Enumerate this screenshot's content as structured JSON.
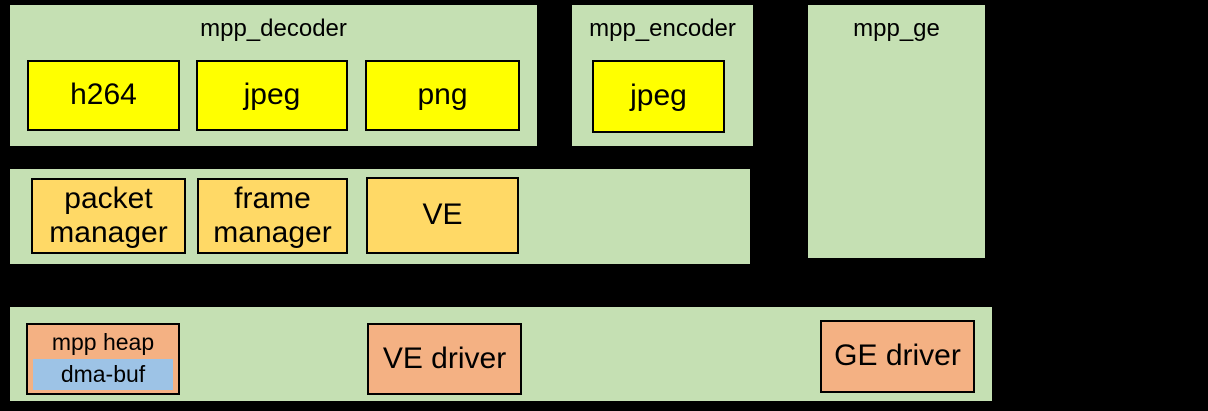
{
  "colors": {
    "background": "#000000",
    "container_green": "#C5E0B3",
    "codec_yellow": "#FFFF00",
    "manager_gold": "#FFD966",
    "driver_salmon": "#F4B183",
    "dma_blue": "#9DC3E6",
    "border_black": "#000000"
  },
  "diagram": {
    "decoder": {
      "title": "mpp_decoder",
      "modules": [
        {
          "label": "h264"
        },
        {
          "label": "jpeg"
        },
        {
          "label": "png"
        }
      ]
    },
    "encoder": {
      "title": "mpp_encoder",
      "modules": [
        {
          "label": "jpeg"
        }
      ]
    },
    "ge": {
      "title": "mpp_ge"
    },
    "core": {
      "modules": [
        {
          "label": "packet manager"
        },
        {
          "label": "frame manager"
        },
        {
          "label": "VE"
        }
      ]
    },
    "drivers": {
      "heap": {
        "label": "mpp heap",
        "dma_buf_label": "dma-buf"
      },
      "ve_driver_label": "VE driver",
      "ge_driver_label": "GE driver"
    }
  }
}
